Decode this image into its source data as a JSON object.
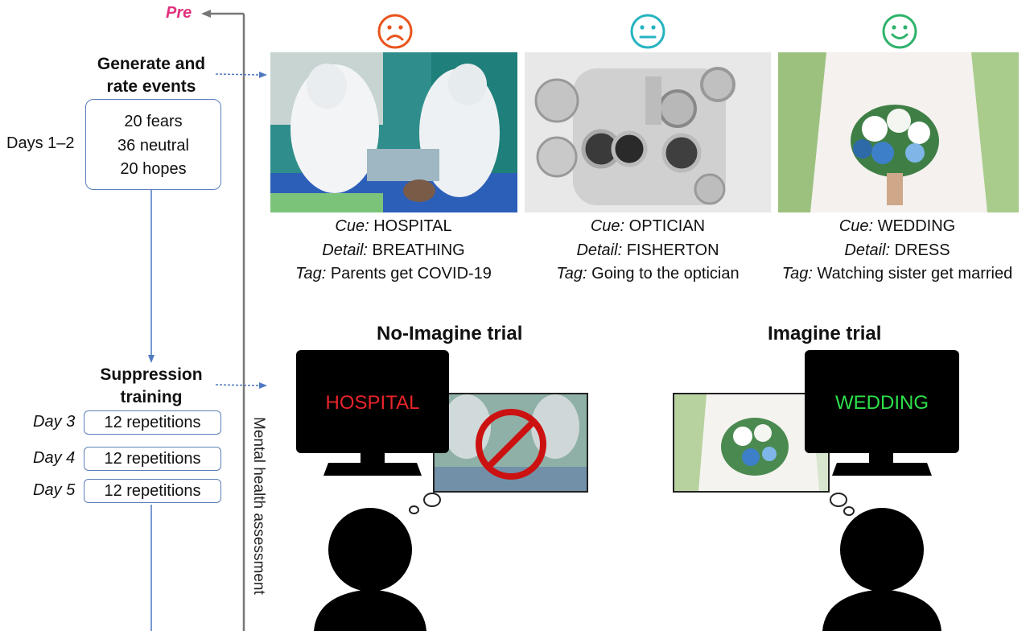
{
  "timeline": {
    "pre_label": "Pre",
    "vertical_label": "Mental health assessment"
  },
  "steps": {
    "generate": {
      "title_line1": "Generate and",
      "title_line2": "rate events",
      "days_label": "Days 1–2",
      "items": [
        "20 fears",
        "36 neutral",
        "20 hopes"
      ]
    },
    "suppression": {
      "title_line1": "Suppression",
      "title_line2": "training",
      "sessions": [
        {
          "day": "Day 3",
          "label": "12 repetitions"
        },
        {
          "day": "Day 4",
          "label": "12 repetitions"
        },
        {
          "day": "Day 5",
          "label": "12 repetitions"
        }
      ]
    }
  },
  "events": [
    {
      "face": "sad-face-icon",
      "color": "#e8541c",
      "cue_key": "Cue:",
      "cue": "HOSPITAL",
      "detail_key": "Detail:",
      "detail": "BREATHING",
      "tag_key": "Tag:",
      "tag": "Parents get COVID-19"
    },
    {
      "face": "neutral-face-icon",
      "color": "#26b3c0",
      "cue_key": "Cue:",
      "cue": "OPTICIAN",
      "detail_key": "Detail:",
      "detail": "FISHERTON",
      "tag_key": "Tag:",
      "tag": "Going to the optician"
    },
    {
      "face": "happy-face-icon",
      "color": "#2db36b",
      "cue_key": "Cue:",
      "cue": "WEDDING",
      "detail_key": "Detail:",
      "detail": "DRESS",
      "tag_key": "Tag:",
      "tag": "Watching sister get married"
    }
  ],
  "trials": {
    "no_imagine": {
      "title": "No-Imagine trial",
      "screen_word": "HOSPITAL",
      "word_color": "#e8242a"
    },
    "imagine": {
      "title": "Imagine trial",
      "screen_word": "WEDDING",
      "word_color": "#2ee04a"
    }
  },
  "colors": {
    "pre": "#e0317f",
    "arrow": "#4f79c0",
    "timeline": "#777777"
  }
}
